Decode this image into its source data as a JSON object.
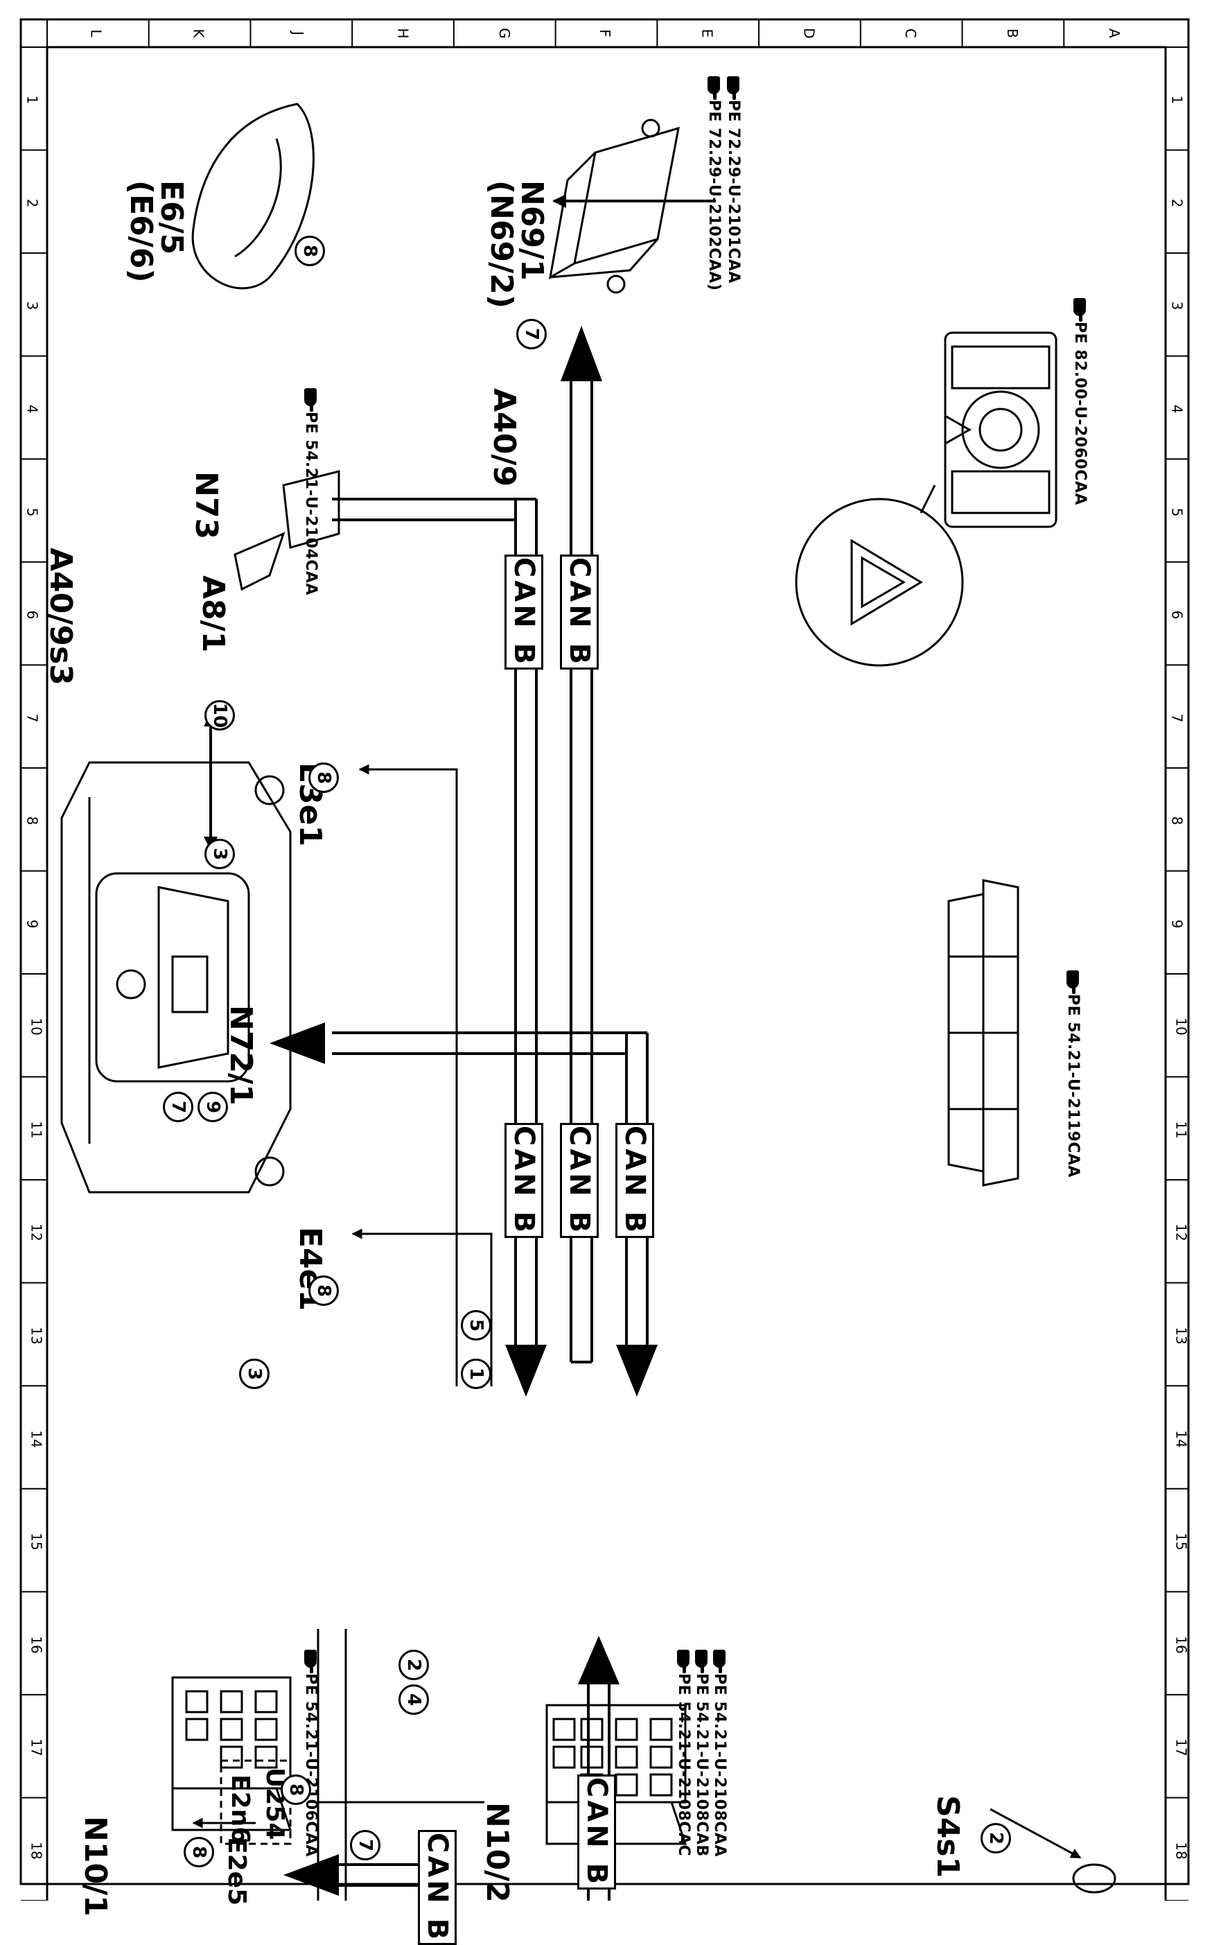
{
  "frame": {
    "row_labels": [
      "1",
      "2",
      "3",
      "4",
      "5",
      "6",
      "7",
      "8",
      "9",
      "10",
      "11",
      "12",
      "13",
      "14",
      "15",
      "16",
      "17",
      "18"
    ],
    "column_labels": [
      "A",
      "B",
      "C",
      "D",
      "E",
      "F",
      "G",
      "H",
      "J",
      "K",
      "L"
    ]
  },
  "components": {
    "n69": {
      "code1": "N69/1",
      "code2": "(N69/2)",
      "pe1": "PE 72.29-U-2101CAA",
      "pe2": "PE 72.29-U-2102CAA)"
    },
    "e6": {
      "code1": "E6/5",
      "code2": "(E6/6)"
    },
    "a40": {
      "code": "A40/9",
      "pe": "PE 82.00-U-2060CAA"
    },
    "a40s3": {
      "code": "A40/9s3"
    },
    "n73": {
      "code": "N73",
      "code2": "A8/1",
      "pe": "PE 54.21-U-2104CAA"
    },
    "e3e1": {
      "code": "E3e1"
    },
    "e4e1": {
      "code": "E4e1"
    },
    "n72": {
      "code": "N72/1",
      "pe": "PE 54.21-U-2119CAA"
    },
    "n10_2": {
      "code": "N10/2",
      "pe1": "PE 54.21-U-2108CAA",
      "pe2": "PE 54.21-U-2108CAB",
      "pe3": "PE 54.21-U-2108CAC"
    },
    "n10_1": {
      "code": "N10/1",
      "pe": "PE 54.21-U-2106CAA"
    },
    "u254": {
      "code": "U254",
      "code2": "E2n6"
    },
    "e2e5": {
      "code": "E2e5"
    },
    "s4s1": {
      "code": "S4s1"
    }
  },
  "bus": {
    "label": "CAN B"
  },
  "refs": {
    "r1": "1",
    "r2": "2",
    "r3": "3",
    "r4": "4",
    "r5": "5",
    "r7": "7",
    "r8": "8",
    "r9": "9",
    "r10": "10"
  }
}
